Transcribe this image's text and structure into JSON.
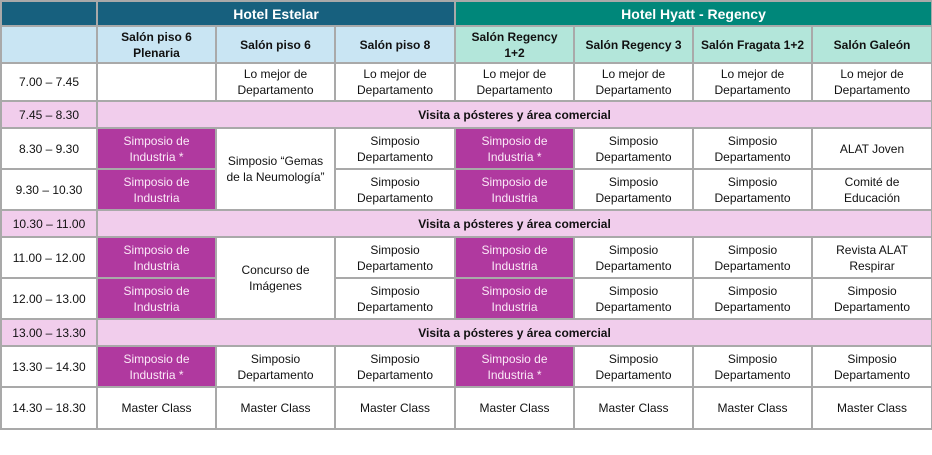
{
  "hotels": {
    "estelar": "Hotel Estelar",
    "hyatt": "Hotel Hyatt - Regency"
  },
  "rooms": [
    "Salón piso 6 Plenaria",
    "Salón piso 6",
    "Salón piso 8",
    "Salón Regency 1+2",
    "Salón Regency 3",
    "Salón Fragata 1+2",
    "Salón Galeón"
  ],
  "times": [
    "7.00 – 7.45",
    "7.45 – 8.30",
    "8.30 – 9.30",
    "9.30 – 10.30",
    "10.30 – 11.00",
    "11.00 – 12.00",
    "12.00 – 13.00",
    "13.00 – 13.30",
    "13.30 – 14.30",
    "14.30 – 18.30"
  ],
  "break_label": "Visita a pósteres y área comercial",
  "cells": {
    "lo_mejor": "Lo mejor de Departamento",
    "sim_ind_star": "Simposio de Industria *",
    "sim_ind": "Simposio de Industria",
    "sim_dep": "Simposio Departamento",
    "gemas": "Simposio “Gemas de la Neumología”",
    "concurso": "Concurso de Imágenes",
    "alat_joven": "ALAT Joven",
    "comite": "Comité de Educación",
    "revista": "Revista ALAT Respirar",
    "master": "Master Class"
  },
  "colors": {
    "estelar": "#17607e",
    "hyatt": "#00877a",
    "industria": "#b0399f",
    "break": "#f1cdec"
  }
}
